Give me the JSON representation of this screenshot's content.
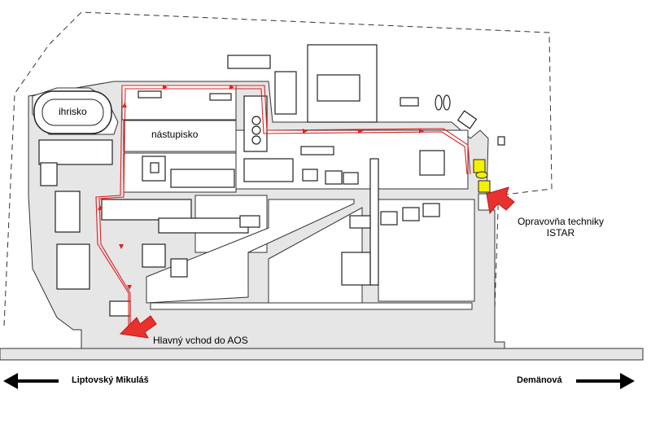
{
  "labels": {
    "playground": "ihrisko",
    "parade_ground": "nástupisko",
    "main_entrance": "Hlavný vchod do AOS",
    "workshop_line1": "Opravovňa techniky",
    "workshop_line2": "ISTAR",
    "direction_left": "Liptovský Mikuláš",
    "direction_right": "Demänová"
  },
  "colors": {
    "route": "#e02020",
    "arrow_marker": "#e8322e",
    "building_fill": "#ffffff",
    "ground_fill": "#e6e6e6",
    "highlight": "#f5f000",
    "outline": "#222222"
  }
}
